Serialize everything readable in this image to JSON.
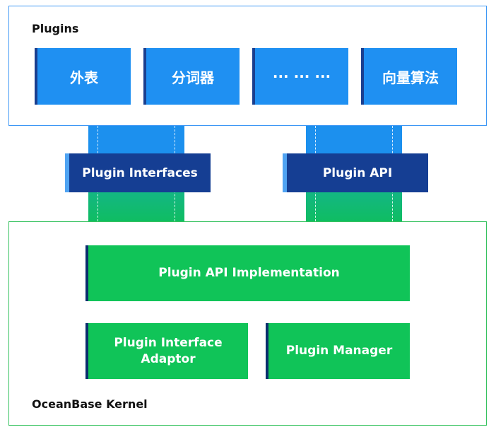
{
  "plugins_section": {
    "label": "Plugins",
    "items": [
      {
        "label": "外表"
      },
      {
        "label": "分词器"
      },
      {
        "label": "··· ··· ···"
      },
      {
        "label": "向量算法"
      }
    ]
  },
  "interfaces": {
    "left": "Plugin Interfaces",
    "right": "Plugin API"
  },
  "kernel_section": {
    "label": "OceanBase Kernel",
    "api_impl": "Plugin API Implementation",
    "interface_adaptor_line1": "Plugin Interface",
    "interface_adaptor_line2": "Adaptor",
    "manager": "Plugin Manager"
  },
  "colors": {
    "plugin_blue": "#1f90f2",
    "interface_navy": "#153e93",
    "kernel_green": "#10c458",
    "plugins_border": "#3d97f5",
    "kernel_border": "#35c25e"
  }
}
